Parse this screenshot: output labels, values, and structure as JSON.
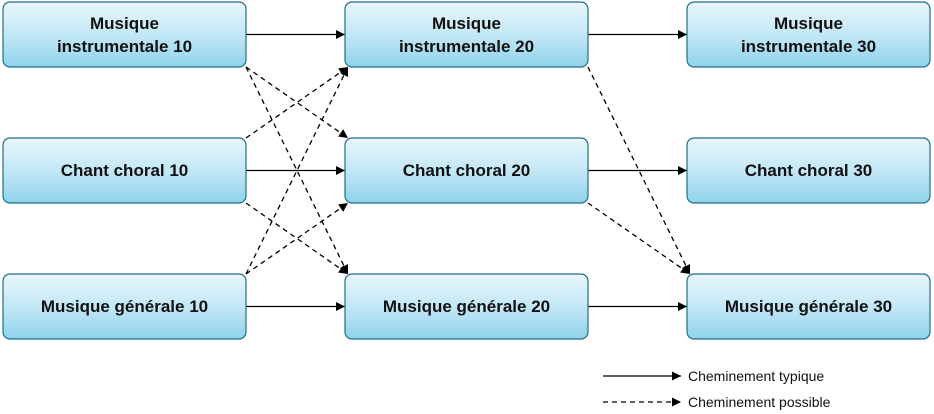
{
  "nodes": {
    "mi10": {
      "line1": "Musique",
      "line2": "instrumentale 10"
    },
    "mi20": {
      "line1": "Musique",
      "line2": "instrumentale 20"
    },
    "mi30": {
      "line1": "Musique",
      "line2": "instrumentale 30"
    },
    "cc10": {
      "label": "Chant choral 10"
    },
    "cc20": {
      "label": "Chant choral 20"
    },
    "cc30": {
      "label": "Chant choral 30"
    },
    "mg10": {
      "label": "Musique générale 10"
    },
    "mg20": {
      "label": "Musique générale 20"
    },
    "mg30": {
      "label": "Musique générale 30"
    }
  },
  "edges": {
    "typical": [
      [
        "mi10",
        "mi20"
      ],
      [
        "mi20",
        "mi30"
      ],
      [
        "cc10",
        "cc20"
      ],
      [
        "cc20",
        "cc30"
      ],
      [
        "mg10",
        "mg20"
      ],
      [
        "mg20",
        "mg30"
      ]
    ],
    "possible": [
      [
        "mi10",
        "cc20"
      ],
      [
        "mi10",
        "mg20"
      ],
      [
        "cc10",
        "mi20"
      ],
      [
        "cc10",
        "mg20"
      ],
      [
        "mg10",
        "mi20"
      ],
      [
        "mg10",
        "cc20"
      ],
      [
        "mi20",
        "mg30"
      ],
      [
        "cc20",
        "mg30"
      ]
    ]
  },
  "legend": {
    "typical_label": "Cheminement typique",
    "possible_label": "Cheminement possible"
  },
  "colors": {
    "box_top": "#e9f7fc",
    "box_bottom": "#8fd2ec",
    "box_border": "#1f6d8a",
    "line": "#000000"
  }
}
